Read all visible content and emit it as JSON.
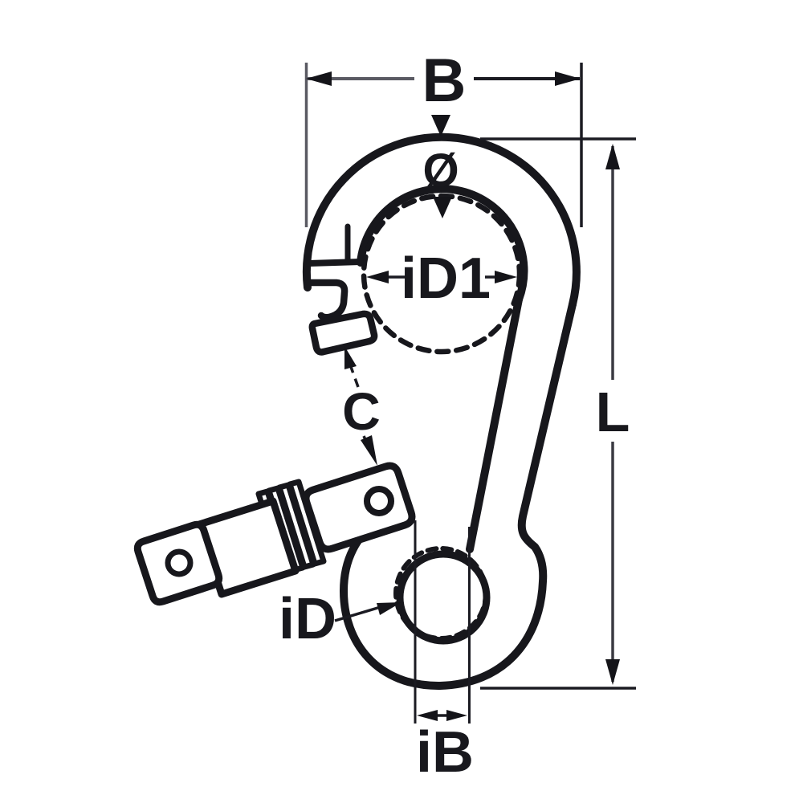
{
  "diagram": {
    "subject": "Carabiner snap hook with spring-loaded gate - technical dimension drawing",
    "background_color": "#ffffff",
    "line_color": "#17171c",
    "secondary_line_color": "#5a5a63",
    "labels": {
      "outer_width": "B",
      "material_diameter": "Ø",
      "inner_diameter_top": "iD1",
      "gate_opening": "C",
      "overall_length": "L",
      "inner_diameter_bottom": "iD",
      "inner_width_bottom": "iB"
    }
  }
}
